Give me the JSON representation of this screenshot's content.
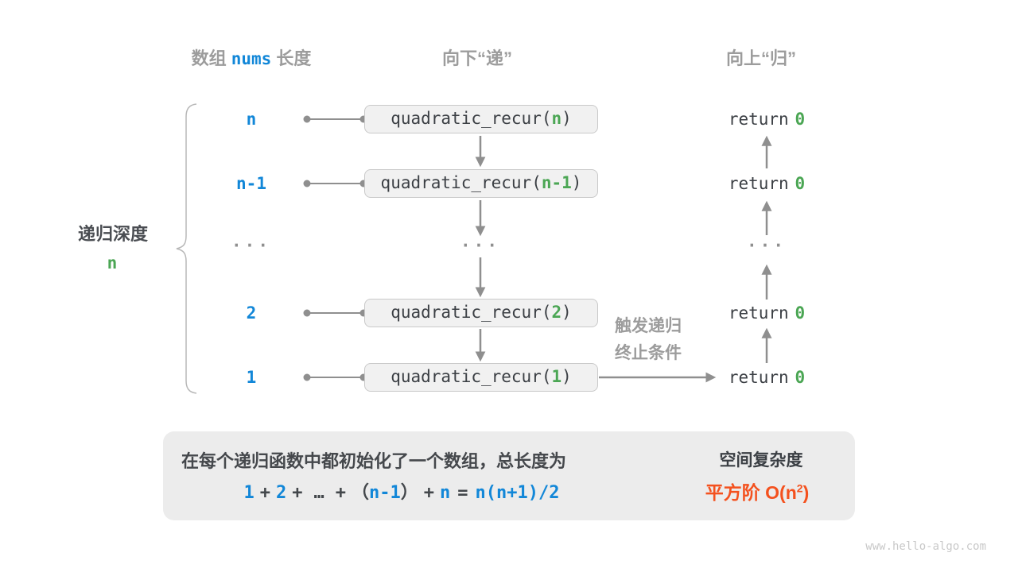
{
  "colors": {
    "blue": "#1287d8",
    "green": "#4ba654",
    "gray_label": "#9c9c9c",
    "code_dark": "#3b3f44",
    "arrow_gray": "#8f8f8f",
    "box_bg": "#f1f1f1",
    "box_border": "#c9c9c9",
    "summary_bg": "#ececec",
    "orange": "#f4511e"
  },
  "headers": {
    "array_pre": "数组",
    "array_code": "nums",
    "array_post": "长度",
    "down": "向下“递”",
    "up": "向上“归”"
  },
  "depth": {
    "label": "递归深度",
    "value": "n"
  },
  "code": {
    "call_prefix": "quadratic_recur(",
    "call_suffix": ")",
    "return_keyword": "return",
    "return_value": "0"
  },
  "rows": [
    {
      "length": "n",
      "arg": "n"
    },
    {
      "length": "n-1",
      "arg": "n-1"
    },
    {
      "ellipsis": "..."
    },
    {
      "length": "2",
      "arg": "2"
    },
    {
      "length": "1",
      "arg": "1"
    }
  ],
  "base_case": {
    "line1": "触发递归",
    "line2": "终止条件"
  },
  "summary": {
    "desc": "在每个递归函数中都初始化了一个数组，总长度为",
    "formula": {
      "n1": "1",
      "op1": "+",
      "n2": "2",
      "op2": "+",
      "dots": "…",
      "op3": "+",
      "lp": "（",
      "n3": "n-1",
      "rp": "）",
      "op4": "+",
      "n4": "n",
      "eq": "=",
      "rhs": "n(n+1)/2"
    },
    "result": {
      "title": "空间复杂度",
      "value_pre": "平方阶 O(n",
      "value_sup": "2",
      "value_post": ")"
    }
  },
  "footer": {
    "watermark": "www.hello-algo.com"
  }
}
